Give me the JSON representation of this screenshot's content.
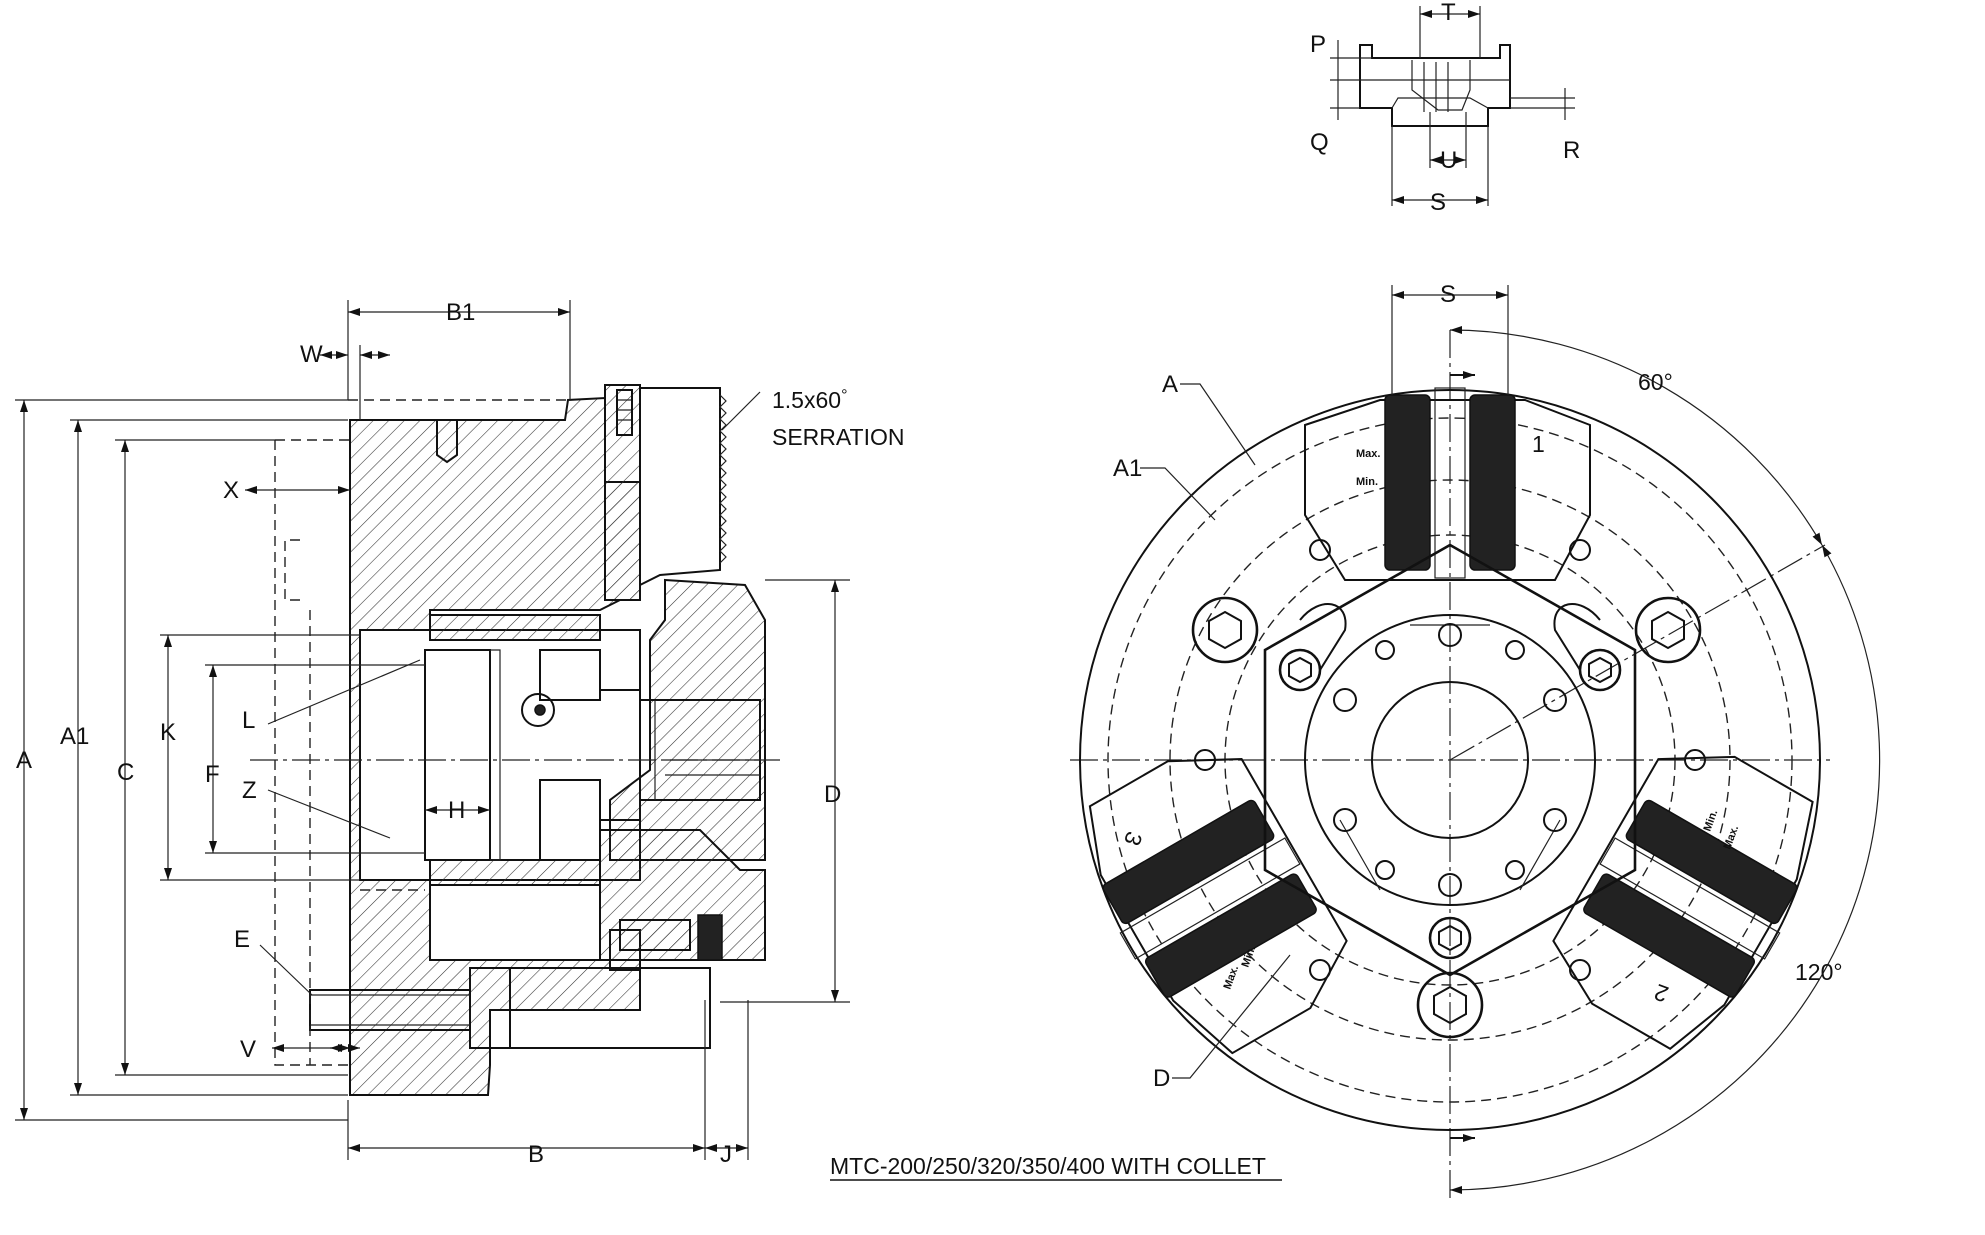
{
  "caption": "MTC-200/250/320/350/400 WITH COLLET",
  "serration": {
    "line1": "1.5x60",
    "degree": "°",
    "line2": "SERRATION"
  },
  "angles": {
    "a60": "60°",
    "a120": "120°"
  },
  "jaw_numbers": {
    "j1": "1",
    "j2": "2",
    "j3": "3"
  },
  "jaw_marks": {
    "max": "Max.",
    "min": "Min."
  },
  "side_labels": {
    "A": "A",
    "A1": "A1",
    "C": "C",
    "K": "K",
    "F": "F",
    "X": "X",
    "W": "W",
    "B1": "B1",
    "L": "L",
    "Z": "Z",
    "H": "H",
    "E": "E",
    "V": "V",
    "B": "B",
    "J": "J",
    "D": "D"
  },
  "top_labels": {
    "T": "T",
    "P": "P",
    "Q": "Q",
    "U": "U",
    "R": "R",
    "S": "S"
  },
  "front_labels": {
    "S": "S",
    "A": "A",
    "A1": "A1",
    "D": "D"
  }
}
